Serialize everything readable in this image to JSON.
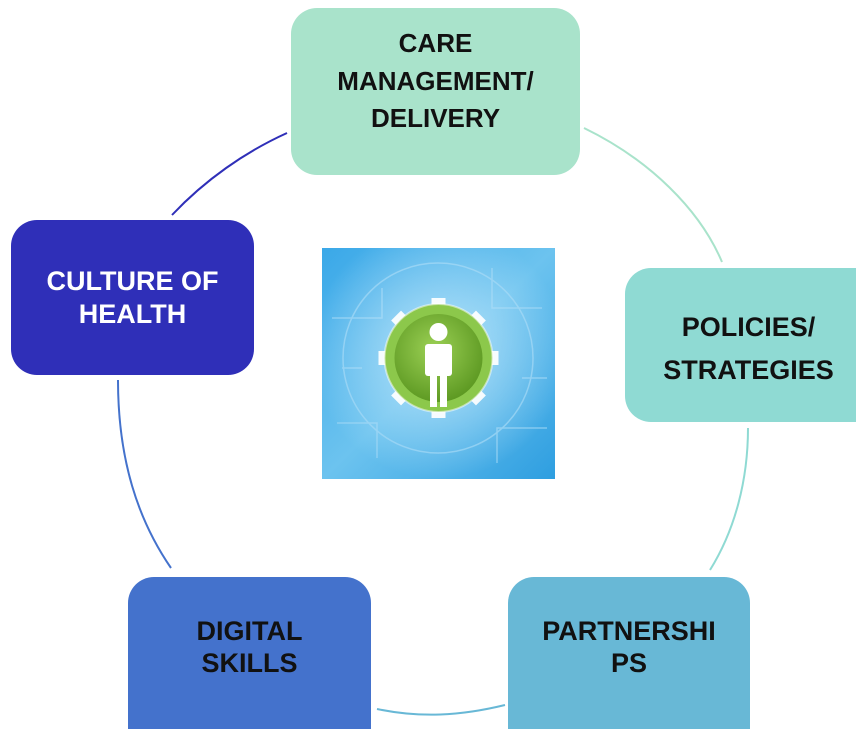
{
  "diagram": {
    "center_icon": "person-target-icon",
    "nodes": [
      {
        "id": "care",
        "lines": [
          "CARE",
          "MANAGEMENT/",
          "DELIVERY"
        ],
        "color": "#a9e3cb",
        "text_color": "#111111"
      },
      {
        "id": "policies",
        "lines": [
          "POLICIES/",
          "STRATEGIES"
        ],
        "color": "#8fdad3",
        "text_color": "#111111"
      },
      {
        "id": "partners",
        "lines": [
          "PARTNERSHI",
          "PS"
        ],
        "color": "#68b8d6",
        "text_color": "#111111"
      },
      {
        "id": "digital",
        "lines": [
          "DIGITAL",
          "SKILLS"
        ],
        "color": "#4472cc",
        "text_color": "#111111"
      },
      {
        "id": "culture",
        "lines": [
          "CULTURE OF",
          "HEALTH"
        ],
        "color": "#2f2fb8",
        "text_color": "#ffffff"
      }
    ]
  }
}
